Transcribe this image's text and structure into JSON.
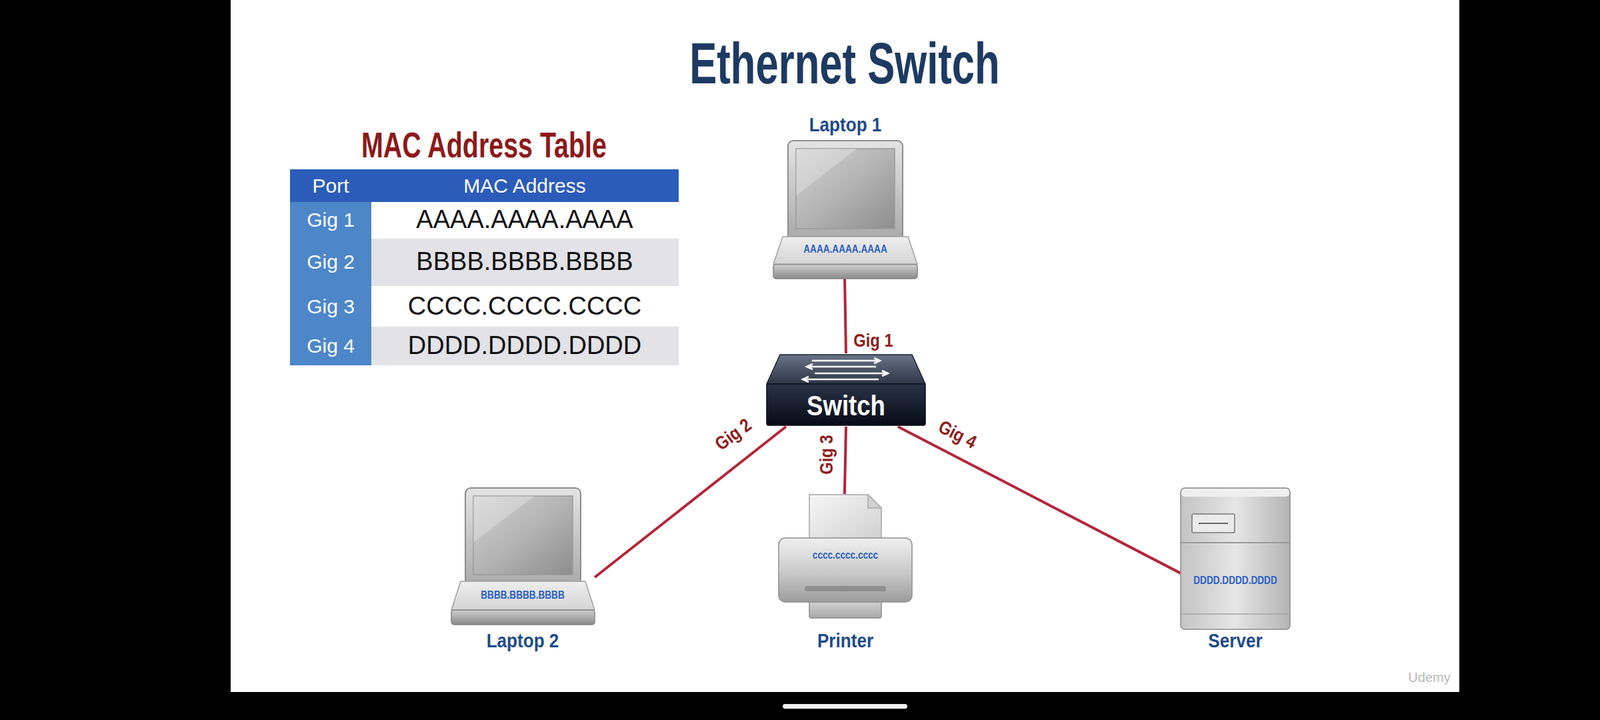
{
  "diagram": {
    "title": "Ethernet Switch",
    "nodes": [
      {
        "text": [
          "Laptop 1",
          "AAAA.AAAA.AAAA"
        ]
      },
      {
        "text": [
          "Switch"
        ]
      },
      {
        "text": [
          "Laptop 2",
          "BBBB.BBBB.BBBB"
        ]
      },
      {
        "text": [
          "Printer",
          "cccc.cccc.cccc"
        ]
      },
      {
        "text": [
          "Server",
          "DDDD.DDDD.DDDD"
        ]
      }
    ],
    "edges": [
      {
        "from": 1,
        "to": 0,
        "arrow": "none",
        "label": "Gig 1"
      },
      {
        "from": 1,
        "to": 2,
        "arrow": "none",
        "label": "Gig 2"
      },
      {
        "from": 1,
        "to": 3,
        "arrow": "none",
        "label": "Gig 3"
      },
      {
        "from": 1,
        "to": 4,
        "arrow": "none",
        "label": "Gig 4"
      }
    ],
    "labels": [
      "MAC Address Table",
      "Port",
      "MAC Address",
      "Gig 1",
      "AAAA.AAAA.AAAA",
      "Gig 2",
      "BBBB.BBBB.BBBB",
      "Gig 3",
      "CCCC.CCCC.CCCC",
      "Gig 4",
      "DDDD.DDDD.DDDD",
      "Udemy"
    ]
  }
}
